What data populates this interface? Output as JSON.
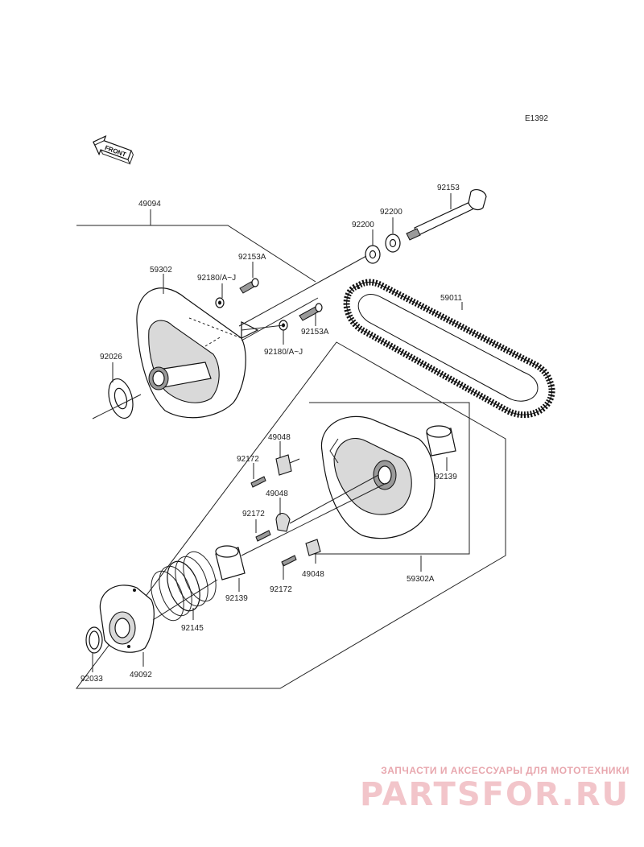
{
  "diagram": {
    "code": "E1392",
    "front_label": "FRONT",
    "colors": {
      "ink": "#111111",
      "watermark": "#e8a7ae"
    },
    "callouts": {
      "c49094": "49094",
      "c59302": "59302",
      "c92180a": "92180/A~J",
      "c92153a_top": "92153A",
      "c92180b": "92180/A~J",
      "c92153a_mid": "92153A",
      "c92026": "92026",
      "c92153": "92153",
      "c92200a": "92200",
      "c92200b": "92200",
      "c59011": "59011",
      "c49048a": "49048",
      "c92172a": "92172",
      "c49048b": "49048",
      "c92172b": "92172",
      "c49048c": "49048",
      "c92172c": "92172",
      "c92139a": "92139",
      "c92139b": "92139",
      "c59302a": "59302A",
      "c92145": "92145",
      "c92033": "92033",
      "c49092": "49092"
    }
  },
  "watermark": {
    "tagline": "ЗАПЧАСТИ И АКСЕССУАРЫ ДЛЯ МОТОТЕХНИКИ",
    "logo": "PARTSFOR.RU"
  }
}
